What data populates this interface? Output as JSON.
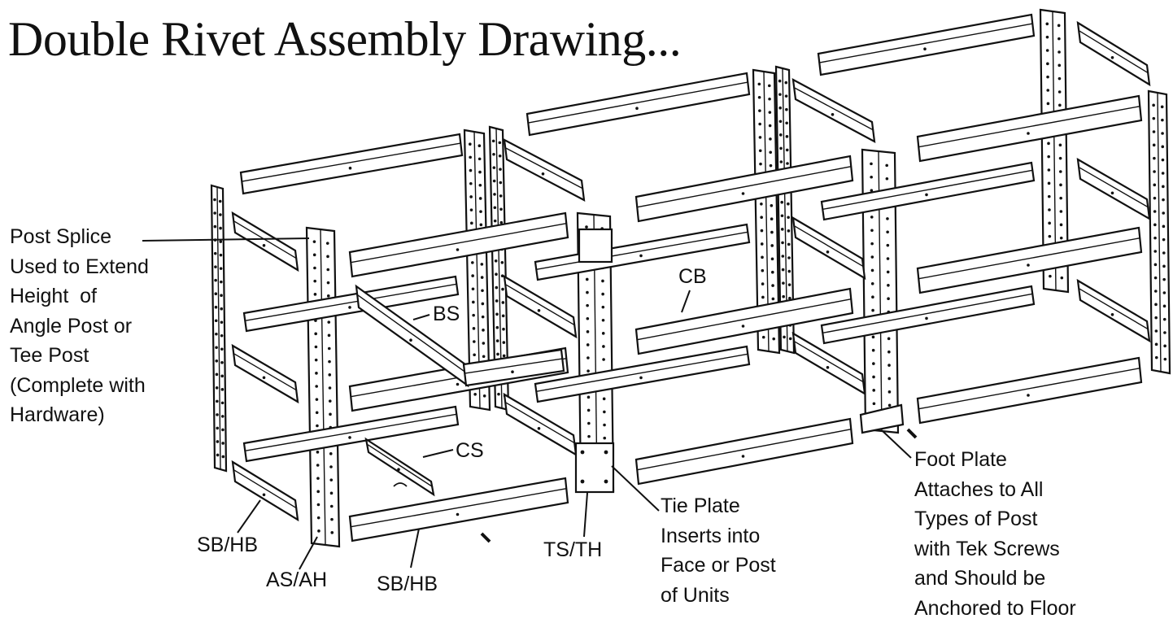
{
  "title": "Double Rivet Assembly Drawing...",
  "callouts": {
    "post_splice": [
      "Post Splice",
      "Used to Extend",
      "Height  of",
      "Angle Post or",
      "Tee Post",
      "(Complete with",
      "Hardware)"
    ],
    "bs": "BS",
    "cb": "CB",
    "cs": "CS",
    "sb_hb_left": "SB/HB",
    "as_ah": "AS/AH",
    "sb_hb_bottom": "SB/HB",
    "ts_th": "TS/TH",
    "tie_plate": [
      "Tie Plate",
      "Inserts into",
      "Face or Post",
      "of Units"
    ],
    "foot_plate": [
      "Foot Plate",
      "Attaches to All",
      "Types of Post",
      "with Tek Screws",
      "and Should be",
      "Anchored to Floor"
    ]
  },
  "colors": {
    "ink": "#111111",
    "background": "#ffffff"
  }
}
